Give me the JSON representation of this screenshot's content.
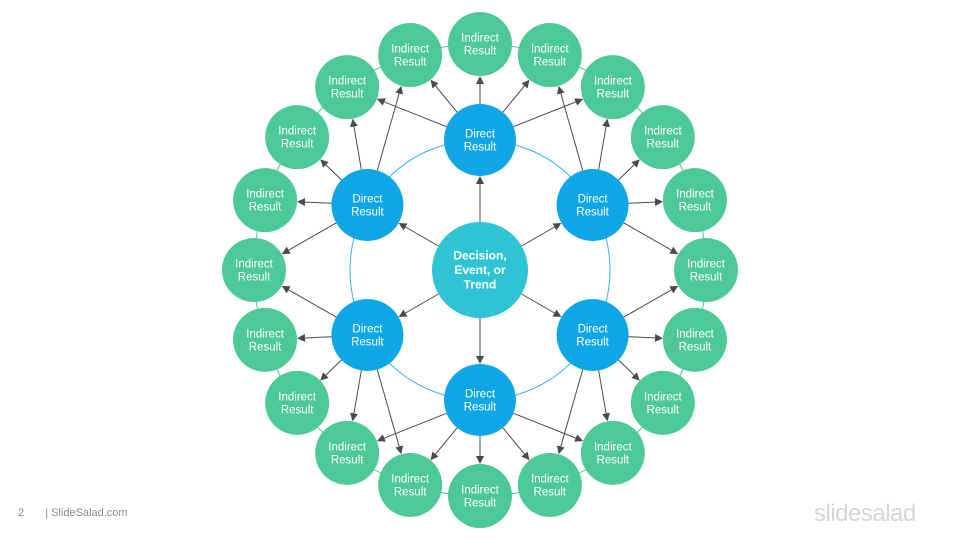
{
  "diagram": {
    "center": {
      "lines": [
        "Decision,",
        "Event, or",
        "Trend"
      ]
    },
    "direct_nodes": [
      {
        "lines": [
          "Direct",
          "Result"
        ]
      },
      {
        "lines": [
          "Direct",
          "Result"
        ]
      },
      {
        "lines": [
          "Direct",
          "Result"
        ]
      },
      {
        "lines": [
          "Direct",
          "Result"
        ]
      },
      {
        "lines": [
          "Direct",
          "Result"
        ]
      },
      {
        "lines": [
          "Direct",
          "Result"
        ]
      }
    ],
    "indirect_nodes": [
      {
        "lines": [
          "Indirect",
          "Result"
        ]
      },
      {
        "lines": [
          "Indirect",
          "Result"
        ]
      },
      {
        "lines": [
          "Indirect",
          "Result"
        ]
      },
      {
        "lines": [
          "Indirect",
          "Result"
        ]
      },
      {
        "lines": [
          "Indirect",
          "Result"
        ]
      },
      {
        "lines": [
          "Indirect",
          "Result"
        ]
      },
      {
        "lines": [
          "Indirect",
          "Result"
        ]
      },
      {
        "lines": [
          "Indirect",
          "Result"
        ]
      },
      {
        "lines": [
          "Indirect",
          "Result"
        ]
      },
      {
        "lines": [
          "Indirect",
          "Result"
        ]
      },
      {
        "lines": [
          "Indirect",
          "Result"
        ]
      },
      {
        "lines": [
          "Indirect",
          "Result"
        ]
      },
      {
        "lines": [
          "Indirect",
          "Result"
        ]
      },
      {
        "lines": [
          "Indirect",
          "Result"
        ]
      },
      {
        "lines": [
          "Indirect",
          "Result"
        ]
      },
      {
        "lines": [
          "Indirect",
          "Result"
        ]
      },
      {
        "lines": [
          "Indirect",
          "Result"
        ]
      },
      {
        "lines": [
          "Indirect",
          "Result"
        ]
      },
      {
        "lines": [
          "Indirect",
          "Result"
        ]
      },
      {
        "lines": [
          "Indirect",
          "Result"
        ]
      }
    ],
    "colors": {
      "center": "#2ec4d6",
      "direct": "#0fa6e6",
      "indirect": "#4dc898",
      "ring": "#3bb3e0",
      "arrow": "#4a4a4a"
    }
  },
  "footer": {
    "page_number": "2",
    "source": "| SlideSalad.com",
    "logo": "slidesalad"
  }
}
